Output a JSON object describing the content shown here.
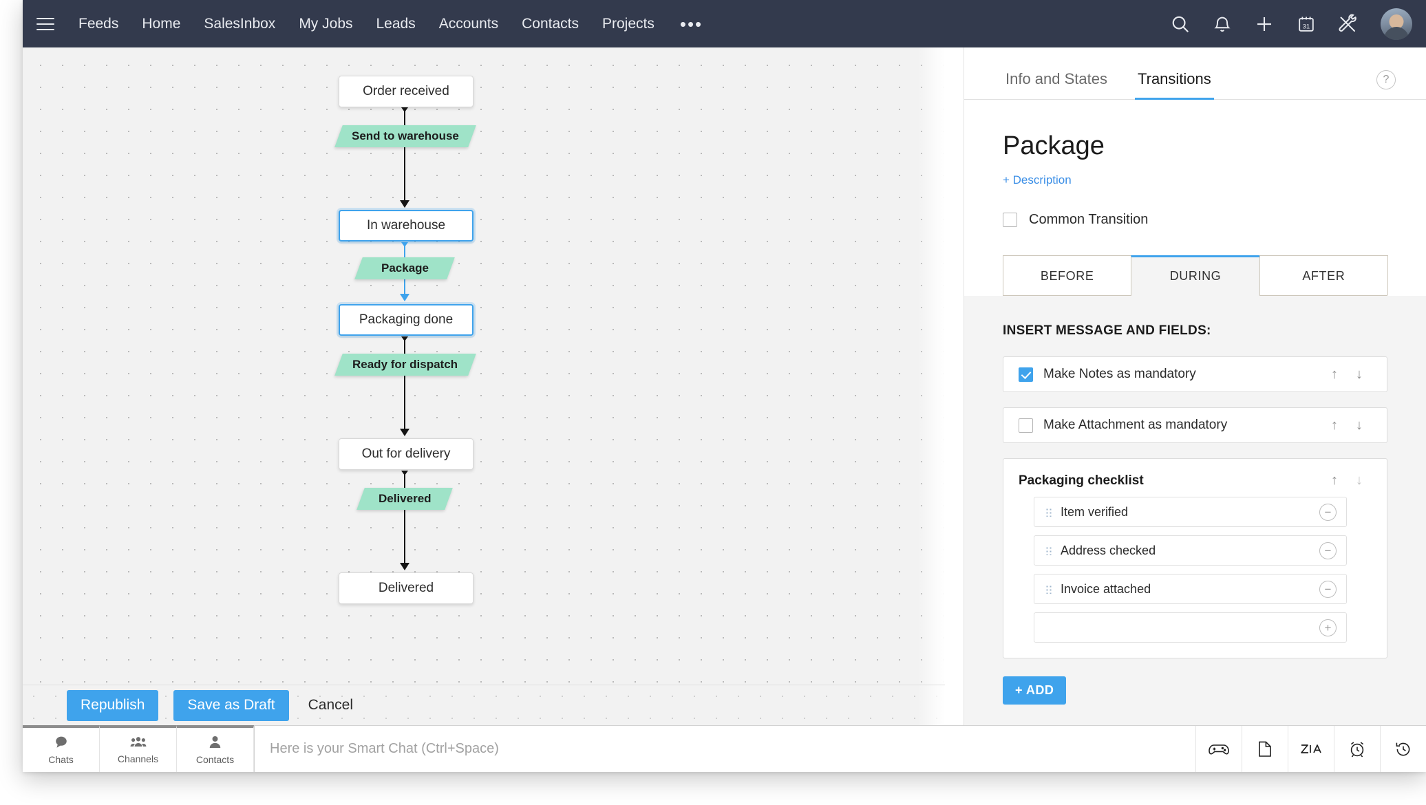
{
  "topnav": {
    "menu_icon": "hamburger-icon",
    "links": [
      "Feeds",
      "Home",
      "SalesInbox",
      "My Jobs",
      "Leads",
      "Accounts",
      "Contacts",
      "Projects"
    ],
    "overflow": "•••",
    "right_icons": [
      "search-icon",
      "bell-icon",
      "plus-icon",
      "calendar-icon",
      "tools-icon"
    ],
    "calendar_day": "31"
  },
  "canvas": {
    "states": [
      {
        "label": "Order received",
        "selected": false
      },
      {
        "label": "In warehouse",
        "selected": true
      },
      {
        "label": "Packaging done",
        "selected": true
      },
      {
        "label": "Out for delivery",
        "selected": false
      },
      {
        "label": "Delivered",
        "selected": false
      }
    ],
    "transitions": [
      {
        "label": "Send to warehouse",
        "selected": false
      },
      {
        "label": "Package",
        "selected": true
      },
      {
        "label": "Ready for dispatch",
        "selected": false
      },
      {
        "label": "Delivered",
        "selected": false
      }
    ]
  },
  "footer": {
    "republish": "Republish",
    "save_draft": "Save as Draft",
    "cancel": "Cancel"
  },
  "panel": {
    "tabs": [
      {
        "label": "Info and States",
        "active": false
      },
      {
        "label": "Transitions",
        "active": true
      }
    ],
    "help_glyph": "?",
    "title": "Package",
    "description_link": "+ Description",
    "common_transition": {
      "label": "Common Transition",
      "checked": false
    },
    "subtabs": [
      {
        "label": "BEFORE",
        "active": false
      },
      {
        "label": "DURING",
        "active": true
      },
      {
        "label": "AFTER",
        "active": false
      }
    ],
    "section_header": "INSERT MESSAGE AND FIELDS:",
    "fields": [
      {
        "label": "Make Notes as mandatory",
        "checked": true,
        "up": "↑",
        "down": "↓"
      },
      {
        "label": "Make Attachment as mandatory",
        "checked": false,
        "up": "↑",
        "down": "↓"
      }
    ],
    "checklist": {
      "title": "Packaging checklist",
      "up": "↑",
      "down": "↓",
      "items": [
        {
          "text": "Item verified",
          "action": "−"
        },
        {
          "text": "Address checked",
          "action": "−"
        },
        {
          "text": "Invoice attached",
          "action": "−"
        }
      ],
      "new_item": {
        "text": "",
        "action": "+"
      }
    },
    "add_button": "+ ADD"
  },
  "chatbar": {
    "tabs": [
      {
        "label": "Chats",
        "icon": "chat-bubble-icon"
      },
      {
        "label": "Channels",
        "icon": "group-icon"
      },
      {
        "label": "Contacts",
        "icon": "person-icon"
      }
    ],
    "placeholder": "Here is your Smart Chat (Ctrl+Space)",
    "right_icons": [
      "gamepad-icon",
      "note-icon",
      "zia-icon",
      "alarm-icon",
      "history-icon"
    ]
  },
  "colors": {
    "nav_bg": "#333a4d",
    "accent": "#3fa3ec",
    "transition_fill": "#9fe3c8",
    "canvas_bg": "#f2f2f2"
  }
}
